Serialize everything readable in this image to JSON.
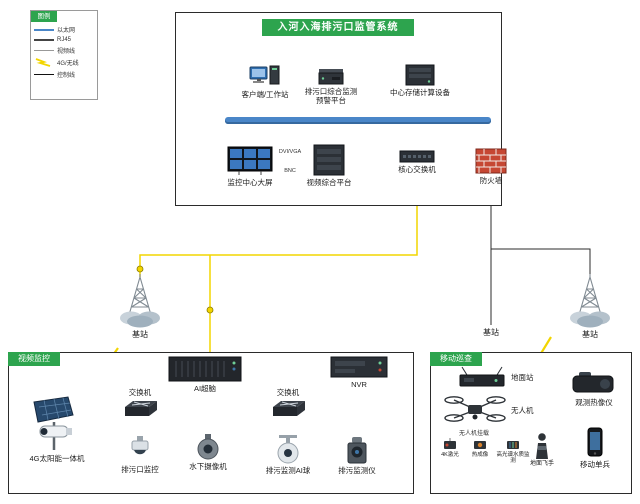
{
  "colors": {
    "header_green": "#2da44e",
    "bus_blue": "#4a86c8",
    "wireless_yellow": "#f2d500",
    "firewall_red": "#c64733"
  },
  "legend": {
    "title": "图例",
    "items": [
      {
        "label": "以太网"
      },
      {
        "label": "RJ45"
      },
      {
        "label": "视频线"
      },
      {
        "label": "4G/无线"
      },
      {
        "label": "控制线"
      }
    ]
  },
  "main": {
    "title": "入河入海排污口监管系统",
    "workstation": "客户端/工作站",
    "warn_platform": "排污口综合监测预警平台",
    "storage": "中心存储计算设备",
    "videowall": "监控中心大屏",
    "video_platform": "视频综合平台",
    "core_switch": "核心交换机",
    "firewall": "防火墙",
    "dvi": "DVI/VGA",
    "bnc": "BNC"
  },
  "stations": {
    "left": "基站",
    "mid": "基站",
    "right": "基站"
  },
  "video_box": {
    "title": "视频监控",
    "solar_cam": "4G太阳能一体机",
    "switch1": "交换机",
    "ai_brain": "AI超脑",
    "outlet_cam": "排污口监控",
    "underwater_cam": "水下摄像机",
    "switch2": "交换机",
    "nvr": "NVR",
    "ai_ball": "排污监测AI球",
    "meter": "排污监测仪"
  },
  "patrol_box": {
    "title": "移动巡查",
    "ground_station": "地面站",
    "drone": "无人机",
    "thermal": "观测热像仪",
    "payload_title": "无人机挂载",
    "payloads": [
      {
        "label": "4K激光"
      },
      {
        "label": "热成像"
      },
      {
        "label": "高光谱水质监测"
      }
    ],
    "pilot": "地面飞手",
    "mobile": "移动单兵"
  }
}
